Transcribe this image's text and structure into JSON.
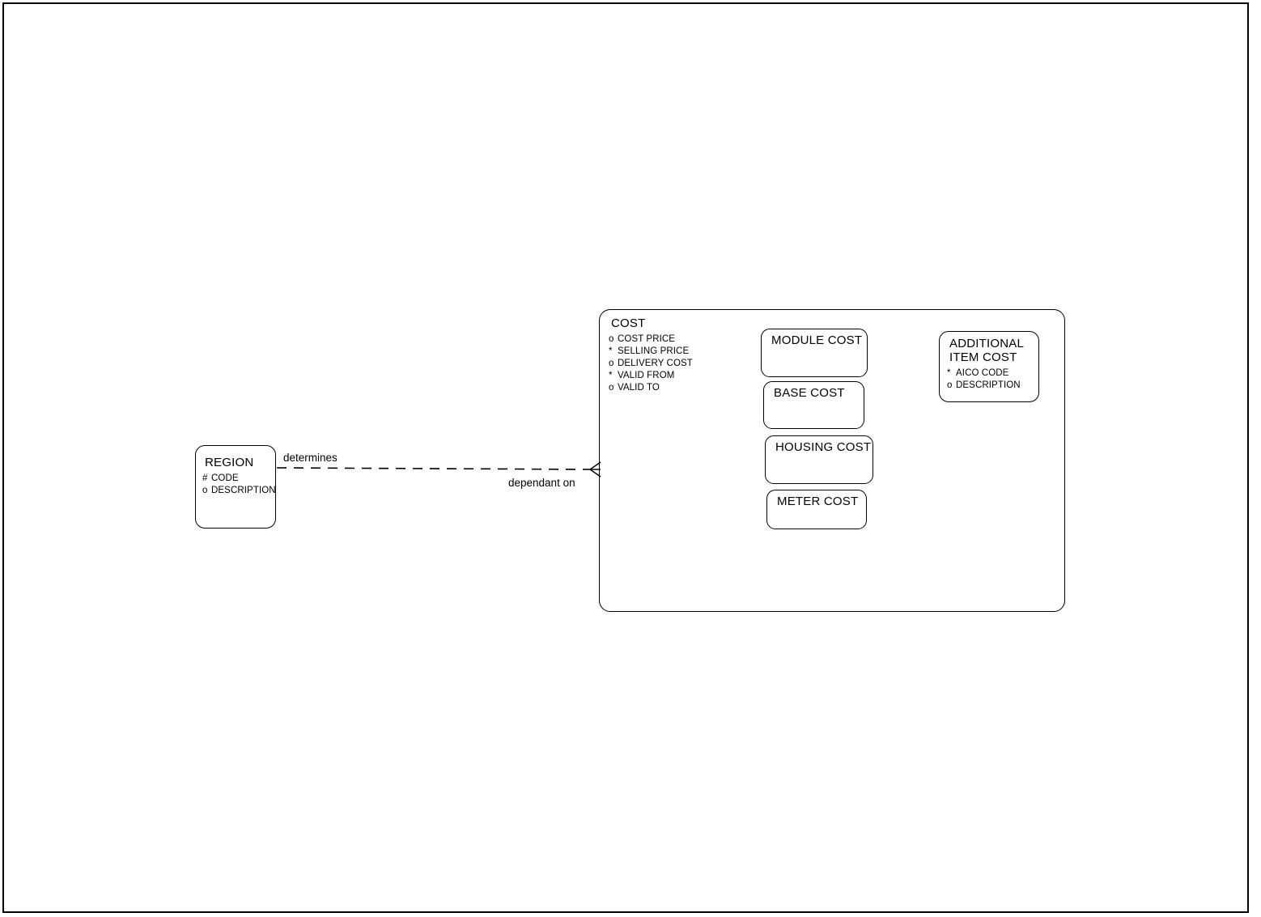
{
  "diagram": {
    "type": "entity-relationship-diagram",
    "page_frame": true,
    "background": "#ffffff",
    "line_color": "#000000"
  },
  "entities": {
    "cost": {
      "title": "COST",
      "attributes": [
        {
          "marker": "o",
          "name": "COST PRICE"
        },
        {
          "marker": "*",
          "name": "SELLING PRICE"
        },
        {
          "marker": "o",
          "name": "DELIVERY COST"
        },
        {
          "marker": "*",
          "name": "VALID FROM"
        },
        {
          "marker": "o",
          "name": "VALID TO"
        }
      ]
    },
    "module_cost": {
      "title": "MODULE COST"
    },
    "base_cost": {
      "title": "BASE COST"
    },
    "housing_cost": {
      "title": "HOUSING COST"
    },
    "meter_cost": {
      "title": "METER COST"
    },
    "additional_item_cost": {
      "title_line1": "ADDITIONAL",
      "title_line2": "ITEM COST",
      "attributes": [
        {
          "marker": "*",
          "name": "AICO CODE"
        },
        {
          "marker": "o",
          "name": "DESCRIPTION"
        }
      ]
    },
    "region": {
      "title": "REGION",
      "attributes": [
        {
          "marker": "#",
          "name": "CODE"
        },
        {
          "marker": "o",
          "name": "DESCRIPTION"
        }
      ]
    }
  },
  "relationship": {
    "from": "REGION",
    "to": "COST",
    "label_from": "determines",
    "label_to": "dependant on",
    "line_style": "dashed",
    "end_marker": "crows-foot"
  }
}
